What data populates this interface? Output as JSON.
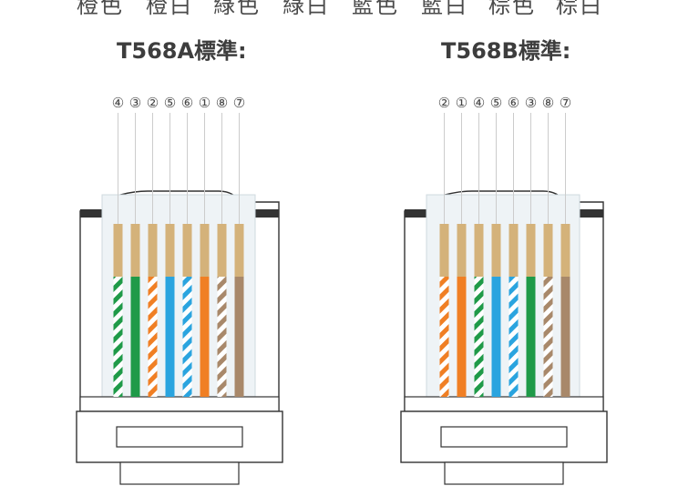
{
  "color_legend": [
    "橙色",
    "橙白",
    "綠色",
    "綠白",
    "藍色",
    "藍白",
    "棕色",
    "棕白"
  ],
  "standards": [
    {
      "title": "T568A標準:",
      "pin_labels": [
        "④",
        "③",
        "②",
        "⑤",
        "⑥",
        "①",
        "⑧",
        "⑦"
      ],
      "wires": [
        {
          "base": "#1f9a48",
          "striped": true
        },
        {
          "base": "#1f9a48",
          "striped": false
        },
        {
          "base": "#f07f24",
          "striped": true
        },
        {
          "base": "#2aa4df",
          "striped": false
        },
        {
          "base": "#2aa4df",
          "striped": true
        },
        {
          "base": "#f07f24",
          "striped": false
        },
        {
          "base": "#a8886a",
          "striped": true
        },
        {
          "base": "#a8886a",
          "striped": false
        }
      ]
    },
    {
      "title": "T568B標準:",
      "pin_labels": [
        "②",
        "①",
        "④",
        "⑤",
        "⑥",
        "③",
        "⑧",
        "⑦"
      ],
      "wires": [
        {
          "base": "#f07f24",
          "striped": true
        },
        {
          "base": "#f07f24",
          "striped": false
        },
        {
          "base": "#1f9a48",
          "striped": true
        },
        {
          "base": "#2aa4df",
          "striped": false
        },
        {
          "base": "#2aa4df",
          "striped": true
        },
        {
          "base": "#1f9a48",
          "striped": false
        },
        {
          "base": "#a8886a",
          "striped": true
        },
        {
          "base": "#a8886a",
          "striped": false
        }
      ]
    }
  ],
  "colors": {
    "outline": "#333333",
    "connector_fill": "#eef3f6",
    "connector_outline": "#cfd9df",
    "gold_contact": "#d4b27a",
    "leader_line": "#cccccc"
  }
}
